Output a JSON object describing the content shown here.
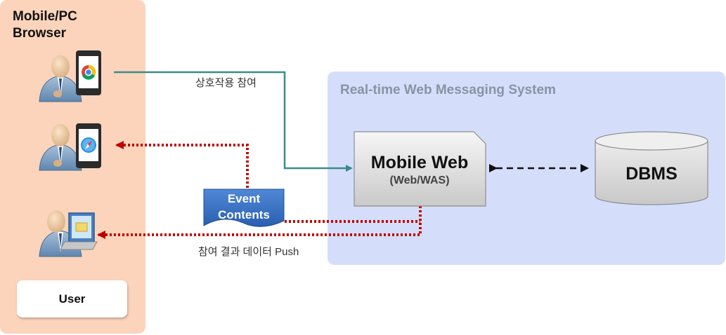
{
  "left_panel": {
    "title": "Mobile/PC\nBrowser",
    "user_button": "User",
    "color": "#fbd4bb"
  },
  "right_panel": {
    "title": "Real-time Web Messaging System",
    "color": "#d4defb"
  },
  "nodes": {
    "mobile_web": {
      "title": "Mobile Web",
      "subtitle": "(Web/WAS)"
    },
    "dbms": {
      "label": "DBMS"
    },
    "event": {
      "label": "Event\nContents",
      "color": "#2e6bbd"
    }
  },
  "edges": {
    "interaction_label": "상호작용 참여",
    "push_label": "참여 결과 데이터 Push",
    "interaction_color": "#3a8c8c",
    "push_color": "#c00000"
  },
  "icons": [
    "user-chrome-phone-icon",
    "user-safari-phone-icon",
    "user-laptop-icon"
  ]
}
